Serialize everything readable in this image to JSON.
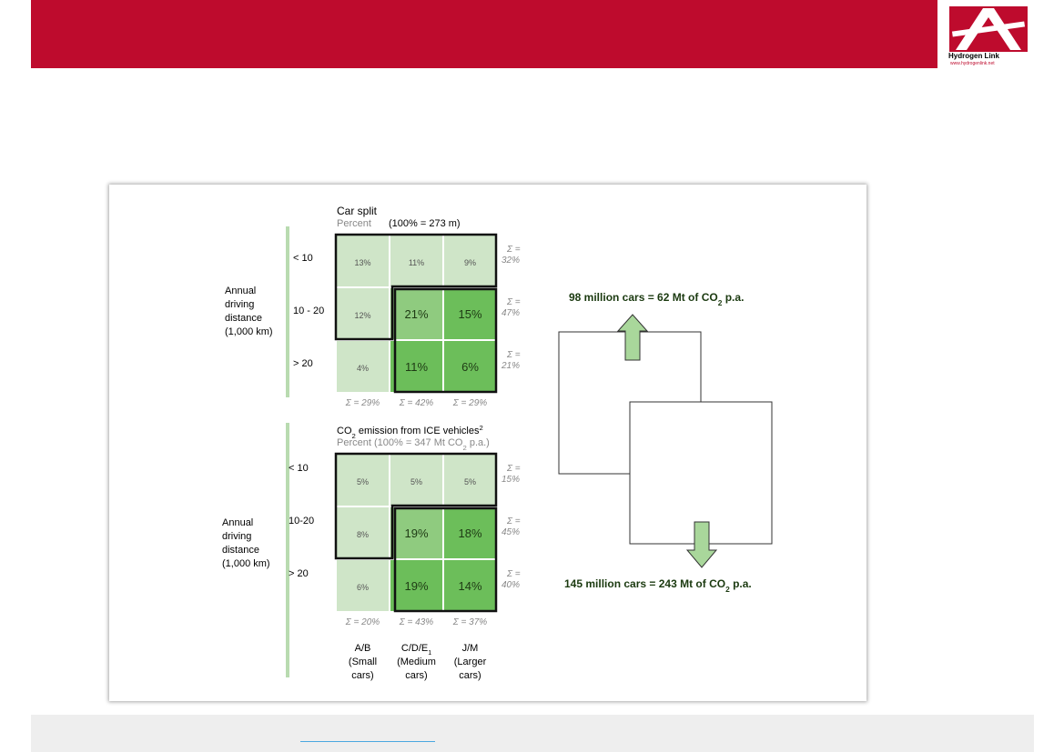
{
  "header": {
    "color": "#be0b2d"
  },
  "logo": {
    "name": "Hydrogen Link",
    "url": "www.hydrogenlink.net"
  },
  "chart_data": [
    {
      "type": "heatmap",
      "title": "Car split",
      "unit_label": "Percent",
      "total_note": "(100% = 273 m)",
      "row_axis_label": [
        "Annual",
        "driving",
        "distance",
        "(1,000 km)"
      ],
      "rows": [
        "< 10",
        "10 - 20",
        "> 20"
      ],
      "columns": [
        "A/B",
        "C/D/E1",
        "J/M"
      ],
      "values": [
        [
          13,
          11,
          9
        ],
        [
          12,
          21,
          15
        ],
        [
          4,
          11,
          6
        ]
      ],
      "cell_labels": [
        [
          "13%",
          "11%",
          "9%"
        ],
        [
          "12%",
          "21%",
          "15%"
        ],
        [
          "4%",
          "11%",
          "6%"
        ]
      ],
      "row_totals": [
        {
          "sym": "Σ =",
          "val": "32%"
        },
        {
          "sym": "Σ =",
          "val": "47%"
        },
        {
          "sym": "Σ =",
          "val": "21%"
        }
      ],
      "col_totals": [
        "Σ = 29%",
        "Σ = 42%",
        "Σ = 29%"
      ]
    },
    {
      "type": "heatmap",
      "title": "CO2 emission from ICE vehicles2",
      "title_parts": {
        "a": "CO",
        "sub": "2",
        "b": " emission from ICE vehicles",
        "sup": "2"
      },
      "unit_label": "Percent (100% = 347 Mt CO2 p.a.)",
      "unit_parts": {
        "a": "Percent (100% = 347 Mt CO",
        "sub": "2",
        "b": " p.a.)"
      },
      "row_axis_label": [
        "Annual",
        "driving",
        "distance",
        "(1,000 km)"
      ],
      "rows": [
        "< 10",
        "10-20",
        "> 20"
      ],
      "columns": [
        "A/B",
        "C/D/E1",
        "J/M"
      ],
      "column_captions": [
        [
          "A/B",
          "(Small",
          "cars)"
        ],
        [
          "C/D/E1",
          "(Medium",
          "cars)"
        ],
        [
          "J/M",
          "(Larger",
          "cars)"
        ]
      ],
      "values": [
        [
          5,
          5,
          5
        ],
        [
          8,
          19,
          18
        ],
        [
          6,
          19,
          14
        ]
      ],
      "cell_labels": [
        [
          "5%",
          "5%",
          "5%"
        ],
        [
          "8%",
          "19%",
          "18%"
        ],
        [
          "6%",
          "19%",
          "14%"
        ]
      ],
      "row_totals": [
        {
          "sym": "Σ =",
          "val": "15%"
        },
        {
          "sym": "Σ =",
          "val": "45%"
        },
        {
          "sym": "Σ =",
          "val": "40%"
        }
      ],
      "col_totals": [
        "Σ = 20%",
        "Σ = 43%",
        "Σ = 37%"
      ]
    }
  ],
  "callouts": {
    "top": {
      "a": "98 million cars = 62 Mt of CO",
      "sub": "2",
      "b": " p.a."
    },
    "bottom": {
      "a": "145 million cars = 243 Mt of CO",
      "sub": "2",
      "b": " p.a."
    }
  },
  "colors": {
    "light": "#cfe5c8",
    "medium": "#8fcb7f",
    "dark": "#6cbe5a",
    "axis": "#b9dbb0"
  }
}
